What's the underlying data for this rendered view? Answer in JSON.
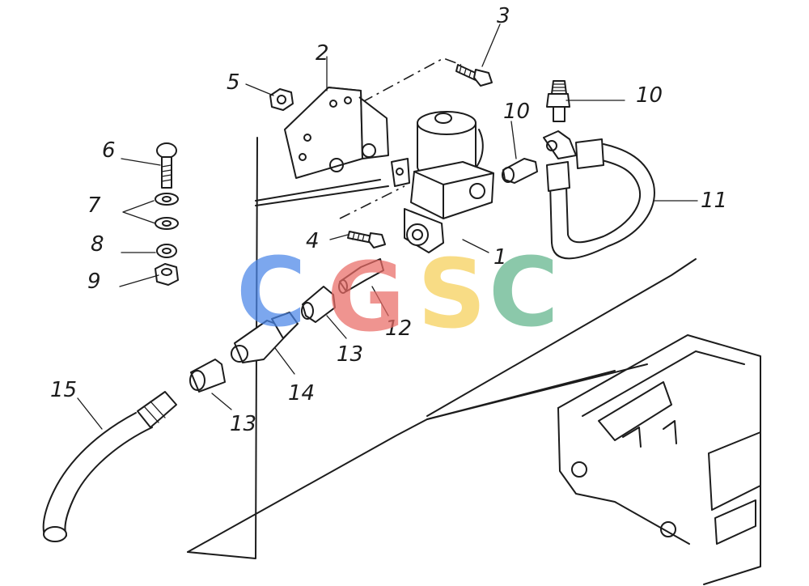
{
  "diagram": {
    "callouts": [
      "1",
      "2",
      "3",
      "4",
      "5",
      "6",
      "7",
      "8",
      "9",
      "10",
      "10",
      "11",
      "12",
      "13",
      "13",
      "14",
      "15"
    ]
  },
  "watermark": {
    "letters": [
      "C",
      "G",
      "S",
      "C"
    ],
    "colors": [
      "#4a86e8",
      "#ea6b66",
      "#f6cf57",
      "#5fb48a"
    ]
  }
}
